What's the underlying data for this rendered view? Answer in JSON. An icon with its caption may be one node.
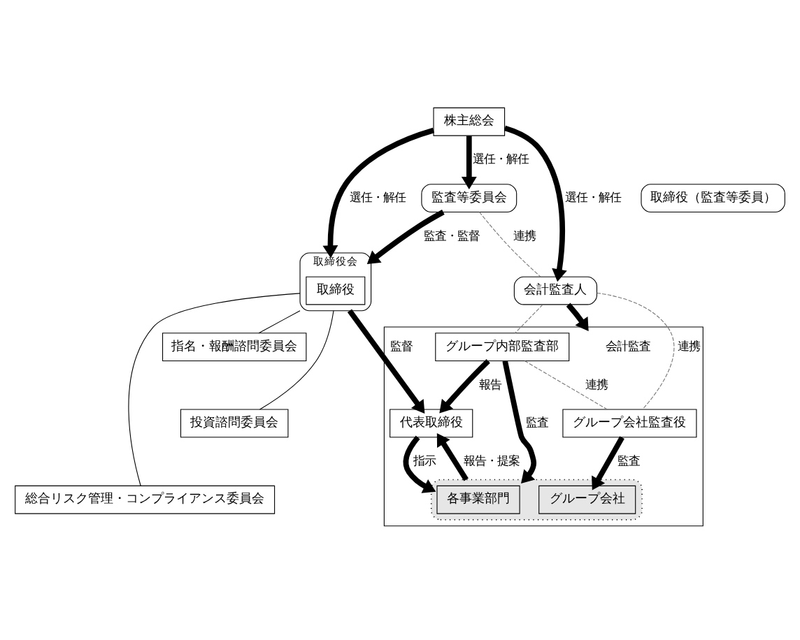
{
  "diagram": {
    "nodes": [
      {
        "text": [
          "株主総会"
        ]
      },
      {
        "text": [
          "取締役会"
        ]
      },
      {
        "text": [
          "取締役"
        ],
        "in": 1
      },
      {
        "text": [
          "取締役（監査等委員）"
        ]
      },
      {
        "text": [
          "監査等委員会"
        ]
      },
      {
        "text": [
          "指名・報酬諮問委員会"
        ]
      },
      {
        "text": [
          "投資諮問委員会"
        ]
      },
      {
        "text": [
          "総合リスク管理・コンプライアンス委員会"
        ]
      },
      {
        "text": [
          "会計監査人"
        ]
      },
      {
        "text": [],
        "shape": "box"
      },
      {
        "text": [
          "代表取締役"
        ],
        "in": 9
      },
      {
        "text": [],
        "shape": "box",
        "in": 9
      },
      {
        "text": [
          "各事業部門"
        ],
        "in": 11
      },
      {
        "text": [
          "グループ会社"
        ],
        "in": 11
      },
      {
        "text": [
          "グループ内部監査部"
        ],
        "in": 9
      },
      {
        "text": [
          "グループ会社監査役"
        ],
        "in": 9
      }
    ],
    "edges": [
      {
        "from": 0,
        "to": 1,
        "arrow": "to",
        "label": "選任・解任"
      },
      {
        "from": 0,
        "to": 4,
        "arrow": "to",
        "label": "選任・解任"
      },
      {
        "from": 0,
        "to": 8,
        "arrow": "to",
        "label": "選任・解任"
      },
      {
        "from": 4,
        "to": 1,
        "arrow": "to",
        "label": "監査・監督"
      },
      {
        "from": 4,
        "to": 8,
        "arrow": "none",
        "label": "連携",
        "style": "dashed",
        "color": "#777777"
      },
      {
        "from": 1,
        "to": 5,
        "arrow": "none"
      },
      {
        "from": 1,
        "to": 6,
        "arrow": "none"
      },
      {
        "from": 1,
        "to": 7,
        "arrow": "none"
      },
      {
        "from": 1,
        "to": 10,
        "arrow": "to",
        "label": "監督"
      },
      {
        "from": 8,
        "to": 9,
        "arrow": "to",
        "label": "会計監査"
      },
      {
        "from": 14,
        "to": 10,
        "arrow": "to",
        "label": "報告"
      },
      {
        "from": 10,
        "to": 11,
        "arrow": "to",
        "label": "指示"
      },
      {
        "from": 11,
        "to": 10,
        "arrow": "to",
        "label": "報告・提案"
      },
      {
        "from": 14,
        "to": 11,
        "arrow": "to",
        "label": "監査"
      },
      {
        "from": 8,
        "to": 15,
        "arrow": "none",
        "label": "連携",
        "style": "dashed",
        "color": "#777777"
      },
      {
        "from": 8,
        "to": 14,
        "arrow": "none",
        "style": "dashed",
        "color": "#777777"
      },
      {
        "from": 14,
        "to": 15,
        "arrow": "none",
        "label": "連携",
        "style": "dashed",
        "color": "#777777"
      },
      {
        "from": 15,
        "to": 13,
        "arrow": "to",
        "label": "監査"
      }
    ]
  }
}
